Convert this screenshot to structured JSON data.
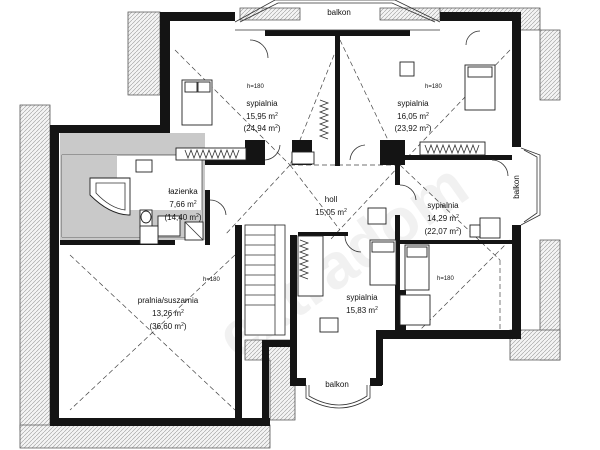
{
  "rooms": {
    "balkon_top": {
      "name": "balkon"
    },
    "sypialnia_a": {
      "name": "sypialnia",
      "area": "15,95 m",
      "area_gross": "(24,94 m",
      "height": "h=180"
    },
    "sypialnia_b": {
      "name": "sypialnia",
      "area": "16,05 m",
      "area_gross": "(23,92 m",
      "height": "h=180"
    },
    "lazienka": {
      "name": "łazienka",
      "area": "7,66 m",
      "area_gross": "(14,40 m"
    },
    "holl": {
      "name": "holl",
      "area": "15,05 m"
    },
    "sypialnia_c": {
      "name": "sypialnia",
      "area": "14,29 m",
      "area_gross": "(22,07 m",
      "height": "h=180"
    },
    "balkon_right": {
      "name": "balkon"
    },
    "pralnia": {
      "name": "pralnia/suszarnia",
      "area": "13,26 m",
      "area_gross": "(36,60 m",
      "height": "h=180"
    },
    "sypialnia_d": {
      "name": "sypialnia",
      "area": "15,83 m"
    },
    "balkon_bottom": {
      "name": "balkon"
    }
  },
  "units": {
    "sup": "2",
    "close": ")"
  },
  "watermark": {
    "text": "extradom"
  },
  "colors": {
    "wall": "#141414",
    "roof": "#f2f2f2",
    "bath": "#c9c9c9"
  }
}
